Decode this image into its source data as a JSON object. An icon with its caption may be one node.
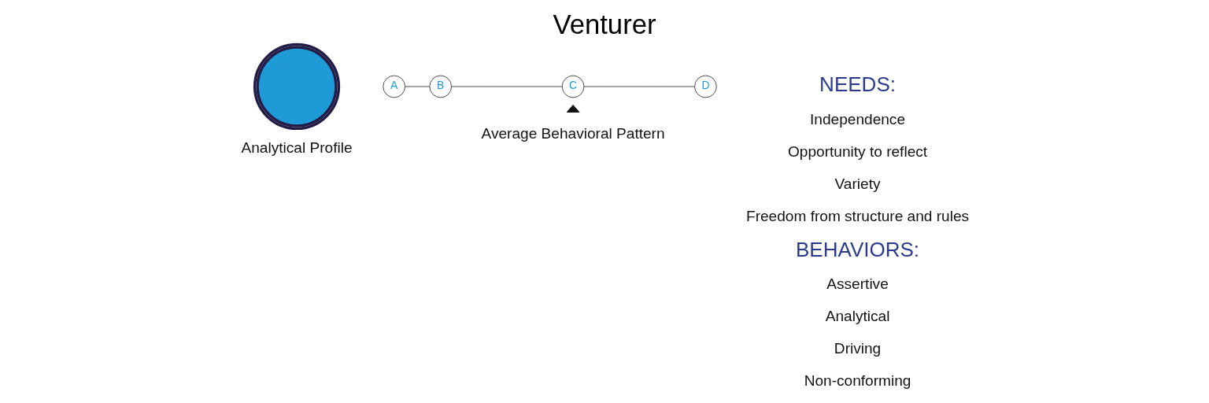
{
  "diagram": {
    "title": "Venturer",
    "nodes": [
      {
        "text": [],
        "shape": "picture"
      },
      {
        "text": [
          "A"
        ]
      },
      {
        "text": [
          "B"
        ]
      },
      {
        "text": [
          "C"
        ]
      },
      {
        "text": [
          "D"
        ]
      },
      {
        "text": [],
        "shape": "triangle"
      }
    ],
    "edges": [
      {
        "from": 1,
        "to": 2,
        "arrow": "none"
      },
      {
        "from": 2,
        "to": 3,
        "arrow": "none"
      },
      {
        "from": 3,
        "to": 4,
        "arrow": "none"
      }
    ],
    "labels": [
      "Analytical Profile",
      "Average Behavioral Pattern",
      "NEEDS:",
      "Independence",
      "Opportunity to reflect",
      "Variety",
      "Freedom from structure and rules",
      "BEHAVIORS:",
      "Assertive",
      "Analytical",
      "Driving",
      "Non-conforming"
    ]
  }
}
